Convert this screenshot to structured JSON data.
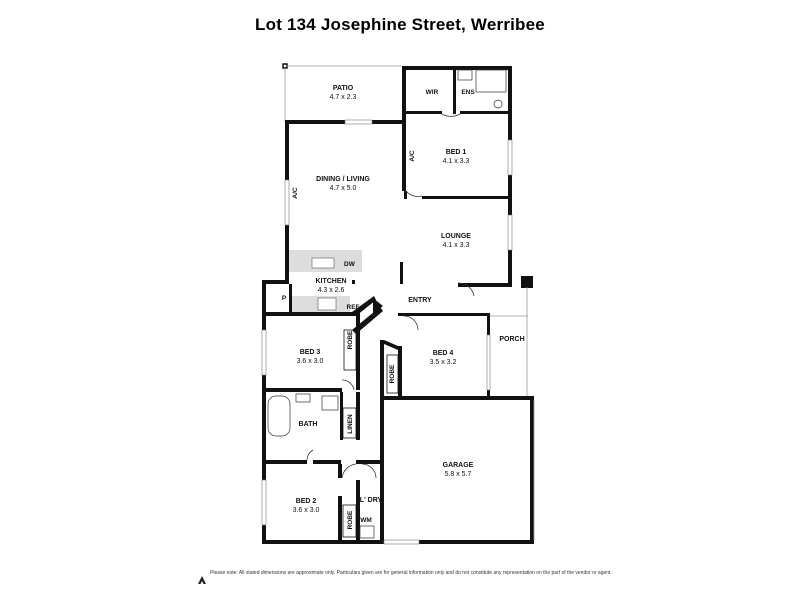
{
  "title": "Lot 134 Josephine Street, Werribee",
  "rooms": {
    "patio": {
      "name": "PATIO",
      "dims": "4.7 x 2.3"
    },
    "dining": {
      "name": "DINING / LIVING",
      "dims": "4.7 x 5.0"
    },
    "bed1": {
      "name": "BED 1",
      "dims": "4.1 x 3.3"
    },
    "lounge": {
      "name": "LOUNGE",
      "dims": "4.1 x 3.3"
    },
    "kitchen": {
      "name": "KITCHEN",
      "dims": "4.3 x 2.6"
    },
    "bed3": {
      "name": "BED 3",
      "dims": "3.6 x 3.0"
    },
    "bed4": {
      "name": "BED 4",
      "dims": "3.5 x 3.2"
    },
    "garage": {
      "name": "GARAGE",
      "dims": "5.8 x 5.7"
    },
    "bed2": {
      "name": "BED 2",
      "dims": "3.6 x 3.0"
    },
    "entry": {
      "name": "ENTRY"
    },
    "porch": {
      "name": "PORCH"
    },
    "bath": {
      "name": "BATH"
    },
    "ldry": {
      "name": "L' DRY"
    }
  },
  "tags": {
    "wir": "WIR",
    "ens": "ENS",
    "ac1": "A/C",
    "ac2": "A/C",
    "dw": "DW",
    "p": "P",
    "ref": "REF",
    "robe1": "ROBE",
    "robe2": "ROBE",
    "robe3": "ROBE",
    "linen": "LINEN",
    "wm": "WM"
  },
  "disclaimer": "Please note: All stated dimensions are approximate only. Particulars given are for general information only and do not constitute any representation on the part of the vendor or agent."
}
